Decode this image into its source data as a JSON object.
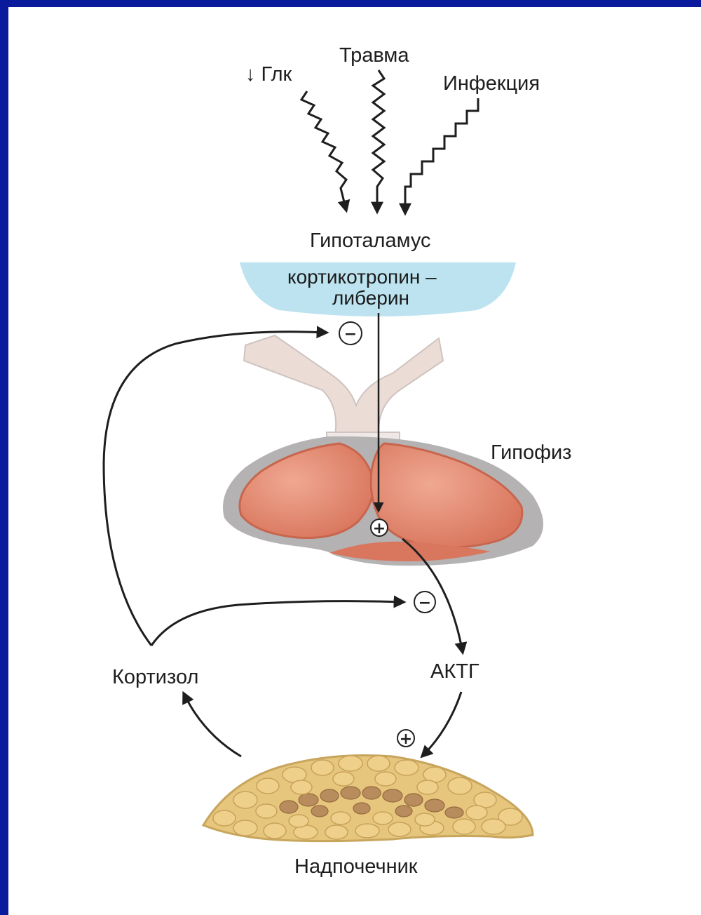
{
  "labels": {
    "glucose": "↓ Глк",
    "trauma": "Травма",
    "infection": "Инфекция",
    "hypothalamus": "Гипоталамус",
    "crh_line1": "кортикотропин –",
    "crh_line2": "либерин",
    "pituitary": "Гипофиз",
    "cortisol": "Кортизол",
    "acth": "АКТГ",
    "adrenal": "Надпочечник"
  },
  "signs": {
    "inhibit": "−",
    "stimulate": "+"
  },
  "colors": {
    "border": "#0a1a9c",
    "hypothalamus_fill": "#bde3f0",
    "pituitary_fill": "#e48e76",
    "pituitary_rim": "#b4b2b2",
    "adrenal_fill": "#e6c57c",
    "adrenal_core": "#b88c5c",
    "arrow": "#1e1e1e"
  }
}
